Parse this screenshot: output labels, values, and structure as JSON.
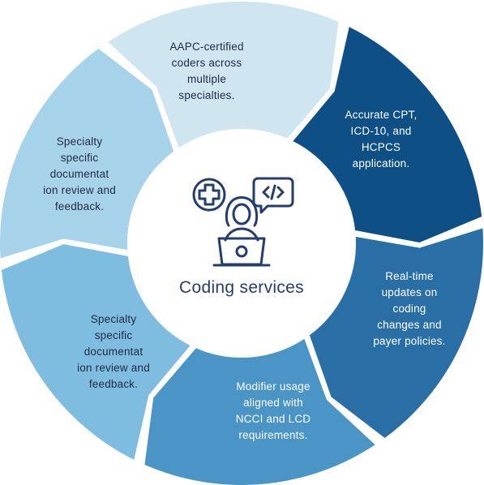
{
  "center": {
    "title": "Coding services",
    "icon": "coder-at-laptop-icon"
  },
  "segments": [
    {
      "text": "AAPC-certified\ncoders across\nmultiple\nspecialties.",
      "color": "#cfe6f1",
      "text_color": "#1f2a44"
    },
    {
      "text": "Accurate CPT,\nICD-10, and\nHCPCS\napplication.",
      "color": "#0e4f86",
      "text_color": "#ffffff"
    },
    {
      "text": "Real-time\nupdates on\ncoding\nchanges and\npayer policies.",
      "color": "#2a6ea6",
      "text_color": "#ffffff"
    },
    {
      "text": "Modifier usage\naligned with\nNCCI and LCD\nrequirements.",
      "color": "#4a95c6",
      "text_color": "#ffffff"
    },
    {
      "text": "Specialty\nspecific\ndocumentat\nion review and\nfeedback.",
      "color": "#7fbde0",
      "text_color": "#1f2a44"
    },
    {
      "text": "Specialty\nspecific\ndocumentat\nion review and\nfeedback.",
      "color": "#a7d3ea",
      "text_color": "#1f2a44"
    }
  ]
}
